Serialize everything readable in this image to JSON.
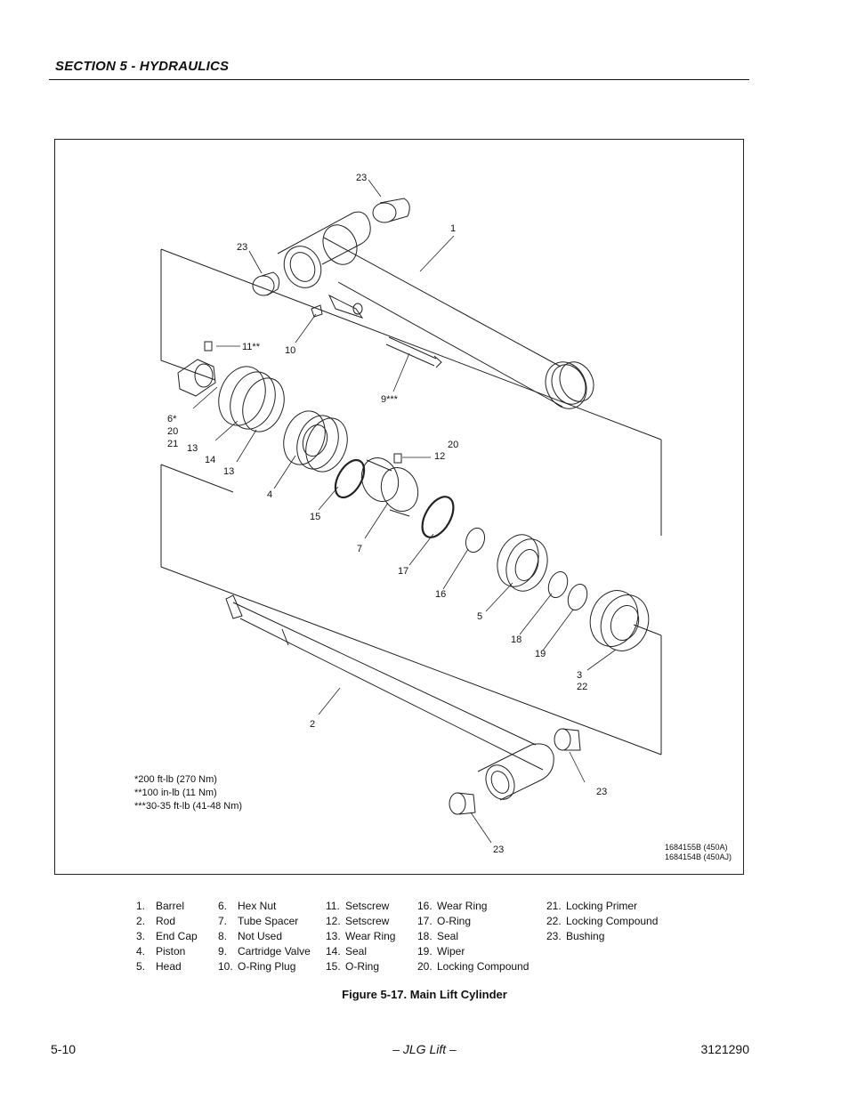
{
  "header": {
    "section_title": "SECTION 5 - HYDRAULICS"
  },
  "figure": {
    "callouts": {
      "c23_top": "23",
      "c1": "1",
      "c23_left": "23",
      "c11": "11**",
      "c10": "10",
      "c9": "9***",
      "c6": "6*",
      "c20a": "20",
      "c21": "21",
      "c13a": "13",
      "c14": "14",
      "c13b": "13",
      "c20b": "20",
      "c12": "12",
      "c4": "4",
      "c15": "15",
      "c7": "7",
      "c17": "17",
      "c16": "16",
      "c5": "5",
      "c18": "18",
      "c19": "19",
      "c3": "3",
      "c22": "22",
      "c2": "2",
      "c23_right": "23",
      "c23_bottom": "23"
    },
    "torque_notes": [
      "*200 ft-lb (270 Nm)",
      "**100 in-lb (11 Nm)",
      "***30-35 ft-lb (41-48 Nm)"
    ],
    "drawing_numbers": [
      "1684155B (450A)",
      "1684154B (450AJ)"
    ]
  },
  "legend": [
    [
      {
        "n": "1.",
        "t": "Barrel"
      },
      {
        "n": "2.",
        "t": "Rod"
      },
      {
        "n": "3.",
        "t": "End Cap"
      },
      {
        "n": "4.",
        "t": "Piston"
      },
      {
        "n": "5.",
        "t": "Head"
      }
    ],
    [
      {
        "n": "6.",
        "t": "Hex Nut"
      },
      {
        "n": "7.",
        "t": "Tube Spacer"
      },
      {
        "n": "8.",
        "t": "Not Used"
      },
      {
        "n": "9.",
        "t": "Cartridge Valve"
      },
      {
        "n": "10.",
        "t": "O-Ring Plug"
      }
    ],
    [
      {
        "n": "11.",
        "t": "Setscrew"
      },
      {
        "n": "12.",
        "t": "Setscrew"
      },
      {
        "n": "13.",
        "t": "Wear Ring"
      },
      {
        "n": "14.",
        "t": "Seal"
      },
      {
        "n": "15.",
        "t": "O-Ring"
      }
    ],
    [
      {
        "n": "16.",
        "t": "Wear Ring"
      },
      {
        "n": "17.",
        "t": "O-Ring"
      },
      {
        "n": "18.",
        "t": "Seal"
      },
      {
        "n": "19.",
        "t": "Wiper"
      },
      {
        "n": "20.",
        "t": "Locking Compound"
      }
    ],
    [
      {
        "n": "21.",
        "t": "Locking Primer"
      },
      {
        "n": "22.",
        "t": "Locking Compound"
      },
      {
        "n": "23.",
        "t": "Bushing"
      }
    ]
  ],
  "caption": "Figure 5-17.  Main Lift Cylinder",
  "footer": {
    "page_number": "5-10",
    "center": "– JLG Lift –",
    "doc_number": "3121290"
  }
}
